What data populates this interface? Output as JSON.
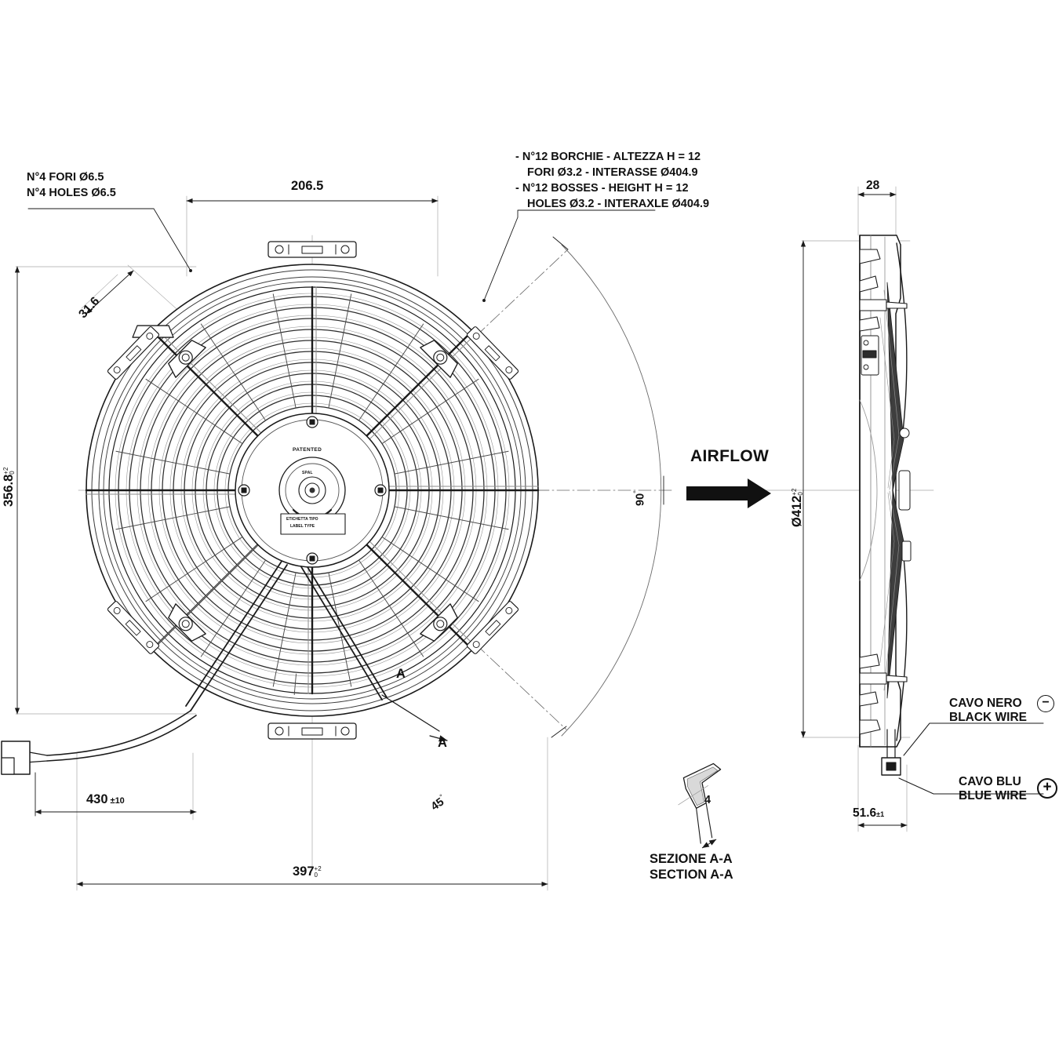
{
  "drawing": {
    "title": "Axial fan assembly engineering drawing",
    "views": {
      "front": "front view",
      "side": "side view",
      "section": "section A-A detail"
    }
  },
  "notes": {
    "holes_it": "N°4 FORI Ø6.5",
    "holes_en": "N°4 HOLES Ø6.5",
    "bosses_line1": "- N°12 BORCHIE - ALTEZZA H = 12",
    "bosses_line2": "FORI Ø3.2 - INTERASSE Ø404.9",
    "bosses_line3": "- N°12 BOSSES - HEIGHT H = 12",
    "bosses_line4": "HOLES Ø3.2 - INTERAXLE Ø404.9"
  },
  "dimensions": {
    "top_width": "206.5",
    "pitch_31_6": "31.6",
    "height_left": "356.8",
    "height_left_tol_up": "+2",
    "height_left_tol_dn": "0",
    "overall_width": "397",
    "overall_width_tol_up": "+2",
    "overall_width_tol_dn": "0",
    "cable_length": "430",
    "cable_length_tol": "±10",
    "angle_45": "45",
    "angle_90": "90",
    "side_flange": "28",
    "side_diameter": "Ø412",
    "side_diameter_tol_up": "+2",
    "side_diameter_tol_dn": "0",
    "side_depth": "51.6",
    "side_depth_tol": "±1",
    "section_thickness": "4"
  },
  "hub_labels": {
    "patented": "PATENTED",
    "spal": "SPAL",
    "label_type_it": "ETICHETTA TIPO",
    "label_type_en": "LABEL TYPE"
  },
  "airflow": {
    "label": "AIRFLOW"
  },
  "section_marks": {
    "mark_upper": "A",
    "mark_lower": "A",
    "caption_it": "SEZIONE A-A",
    "caption_en": "SECTION A-A"
  },
  "wires": {
    "black_it": "CAVO NERO",
    "black_en": "BLACK WIRE",
    "black_polarity": "−",
    "blue_it": "CAVO BLU",
    "blue_en": "BLUE WIRE",
    "blue_polarity": "+"
  },
  "colors": {
    "line": "#1a1a1a",
    "thin": "#555555",
    "construction": "#9a9a9a",
    "fill_light": "#fbfbfb",
    "arrow_black": "#111111"
  }
}
